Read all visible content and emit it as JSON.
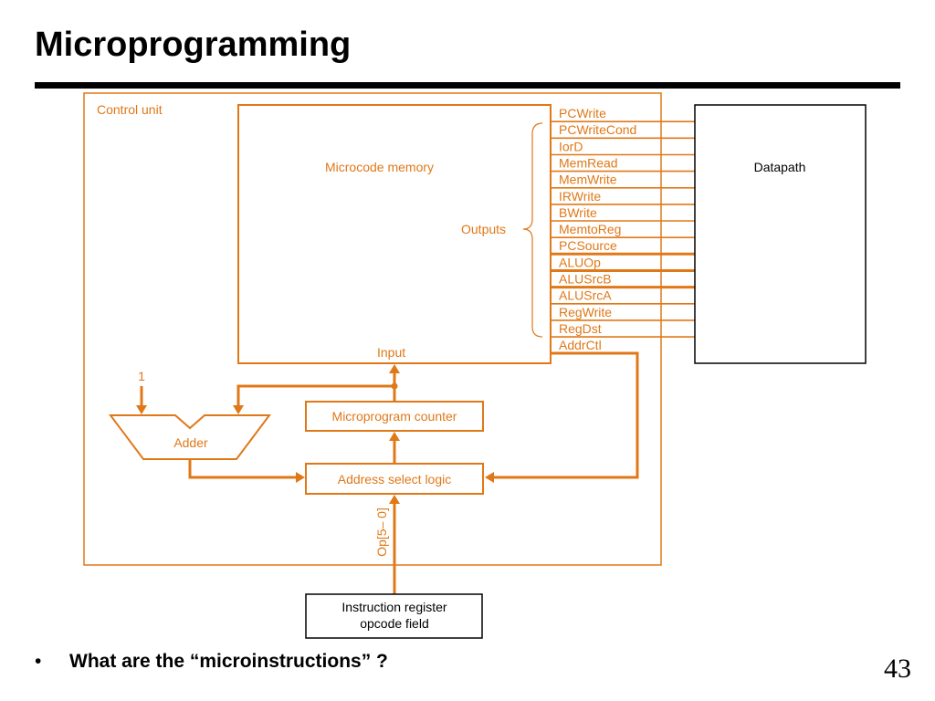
{
  "slide": {
    "title": "Microprogramming",
    "bullet_symbol": "•",
    "bullet_text": "What are the “microinstructions” ?",
    "page_number": "43"
  },
  "diagram": {
    "control_unit_label": "Control unit",
    "microcode_memory_label": "Microcode memory",
    "outputs_label": "Outputs",
    "input_label": "Input",
    "datapath_label": "Datapath",
    "signals": [
      "PCWrite",
      "PCWriteCond",
      "IorD",
      "MemRead",
      "MemWrite",
      "IRWrite",
      "BWrite",
      "MemtoReg",
      "PCSource",
      "ALUOp",
      "ALUSrcB",
      "ALUSrcA",
      "RegWrite",
      "RegDst",
      "AddrCtl"
    ],
    "constant_one": "1",
    "adder_label": "Adder",
    "microprogram_counter_label": "Microprogram counter",
    "address_select_label": "Address select logic",
    "op_label": "Op[5– 0]",
    "instruction_register_line1": "Instruction register",
    "instruction_register_line2": "opcode field"
  },
  "colors": {
    "accent": "#e07818",
    "text": "#000000",
    "background": "#ffffff"
  }
}
